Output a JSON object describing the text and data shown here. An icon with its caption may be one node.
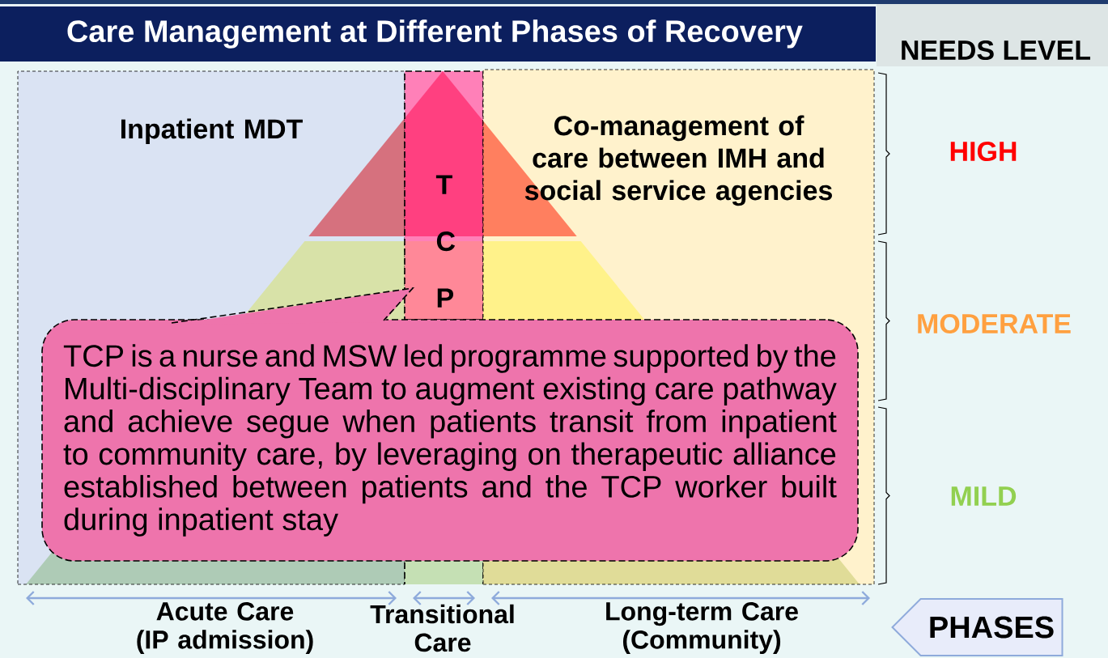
{
  "diagram": {
    "title": "Care Management at Different Phases of Recovery",
    "nodes": [
      {
        "text": [
          "Inpatient MDT"
        ]
      },
      {
        "text": [
          "T C P"
        ]
      },
      {
        "text": [
          "Co-management of care between IMH and social service agencies"
        ]
      },
      {
        "text": [
          "TCP is a nurse and MSW led programme supported by the Multi-disciplinary Team to augment existing care pathway and achieve segue when patients transit from inpatient to community care, by leveraging on therapeutic alliance established between patients and the TCP worker built during inpatient stay"
        ]
      },
      {
        "text": [
          "PHASES"
        ]
      }
    ],
    "labels": [
      "NEEDS LEVEL",
      "HIGH",
      "MODERATE",
      "MILD",
      "Acute Care (IP admission)",
      "Transitional Care",
      "Long-term Care (Community)"
    ]
  }
}
